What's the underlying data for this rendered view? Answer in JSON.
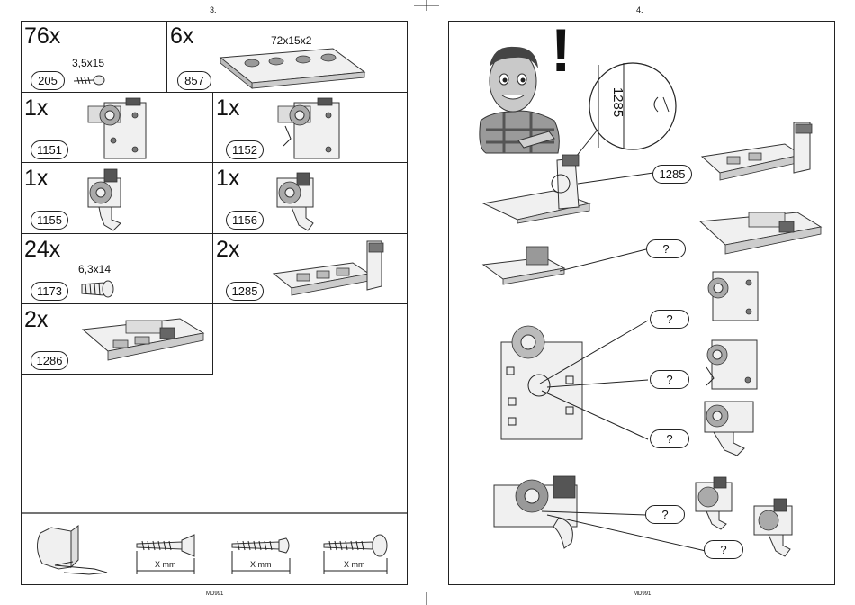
{
  "left_page": {
    "number": "3.",
    "footer": "MD991",
    "parts": [
      {
        "qty": "76x",
        "code": "205",
        "size": "3,5x15"
      },
      {
        "qty": "6x",
        "code": "857",
        "size": "72x15x2"
      },
      {
        "qty": "1x",
        "code": "1151"
      },
      {
        "qty": "1x",
        "code": "1152"
      },
      {
        "qty": "1x",
        "code": "1155"
      },
      {
        "qty": "1x",
        "code": "1156"
      },
      {
        "qty": "24x",
        "code": "1173",
        "size": "6,3x14"
      },
      {
        "qty": "2x",
        "code": "1285"
      },
      {
        "qty": "2x",
        "code": "1286"
      }
    ],
    "screw_dims": [
      "X mm",
      "X mm",
      "X mm"
    ]
  },
  "right_page": {
    "number": "4.",
    "footer": "MD991",
    "warning": "!",
    "zoom_label": "1285",
    "callouts": [
      "1285",
      "?",
      "?",
      "?",
      "?",
      "?",
      "?"
    ]
  }
}
